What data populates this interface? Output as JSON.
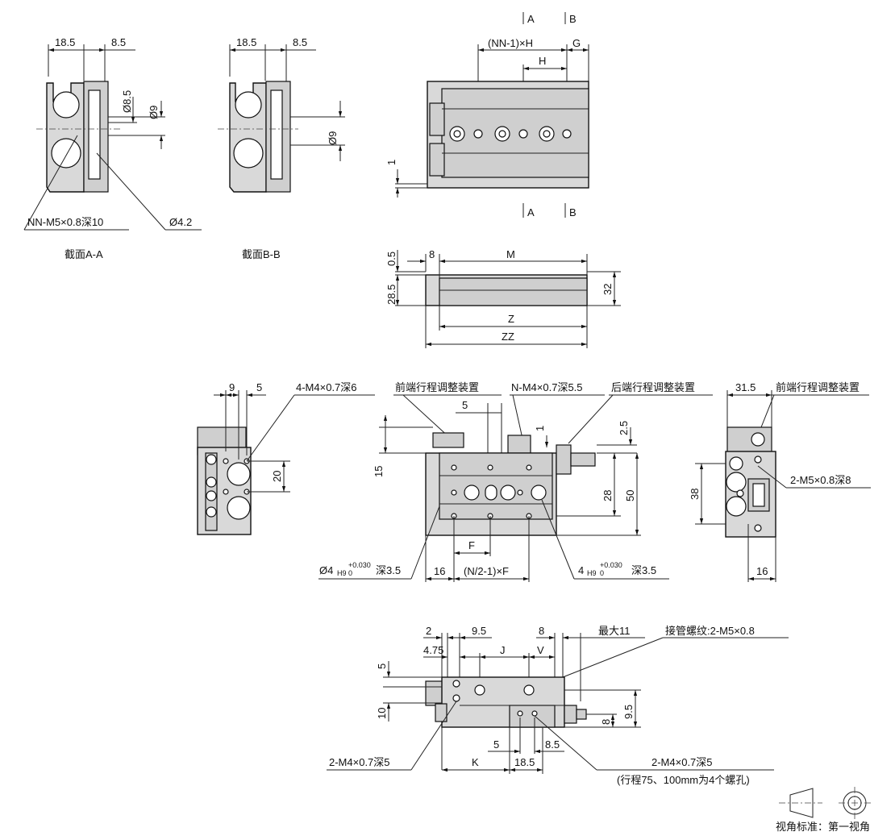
{
  "section_aa": {
    "dim_a": "18.5",
    "dim_b": "8.5",
    "dim_c": "Ø8.5",
    "dim_d": "Ø9",
    "callout_thread": "NN-M5×0.8深10",
    "callout_dia": "Ø4.2",
    "caption": "截面A-A"
  },
  "section_bb": {
    "dim_a": "18.5",
    "dim_b": "8.5",
    "dim_d": "Ø9",
    "caption": "截面B-B"
  },
  "top_view": {
    "cut_a": "A",
    "cut_b": "B",
    "dim_pitch": "(NN-1)×H",
    "dim_h": "H",
    "dim_g": "G",
    "dim_1": "1"
  },
  "side_view": {
    "dim_05": "0.5",
    "dim_285": "28.5",
    "dim_8": "8",
    "dim_m": "M",
    "dim_32": "32",
    "dim_z": "Z",
    "dim_zz": "ZZ"
  },
  "front_view": {
    "left_9": "9",
    "left_5": "5",
    "left_thread": "4-M4×0.7深6",
    "left_20": "20",
    "front_adj": "前端行程调整装置",
    "n_thread": "N-M4×0.7深5.5",
    "rear_adj": "后端行程调整装置",
    "dim_5": "5",
    "dim_1": "1",
    "dim_25": "2.5",
    "dim_15": "15",
    "dim_28": "28",
    "dim_50": "50",
    "dim_f": "F",
    "dim_16": "16",
    "dim_nf": "(N/2-1)×F",
    "hole_left": "Ø4",
    "hole_left_tol": "+0.030",
    "hole_left_tol0": "0",
    "hole_left_depth": "深3.5",
    "hole_right": "4",
    "hole_right_tol": "+0.030",
    "hole_right_tol0": "0",
    "hole_right_depth": "深3.5",
    "fit": "H9"
  },
  "end_view": {
    "dim_315": "31.5",
    "front_adj": "前端行程调整装置",
    "dim_38": "38",
    "thread": "2-M5×0.8深8",
    "dim_16": "16"
  },
  "bottom_view": {
    "dim_2": "2",
    "dim_95": "9.5",
    "dim_8": "8",
    "max": "最大11",
    "port": "接管螺纹:2-M5×0.8",
    "dim_475": "4.75",
    "dim_j": "J",
    "dim_v": "V",
    "dim_5": "5",
    "dim_10": "10",
    "dim_8b": "8",
    "dim_95b": "9.5",
    "dim_5b": "5",
    "dim_85": "8.5",
    "thread_left": "2-M4×0.7深5",
    "dim_k": "K",
    "dim_185": "18.5",
    "thread_right": "2-M4×0.7深5",
    "thread_right_note": "(行程75、100mm为4个螺孔)"
  },
  "projection": {
    "label": "视角标准：第一视角"
  }
}
